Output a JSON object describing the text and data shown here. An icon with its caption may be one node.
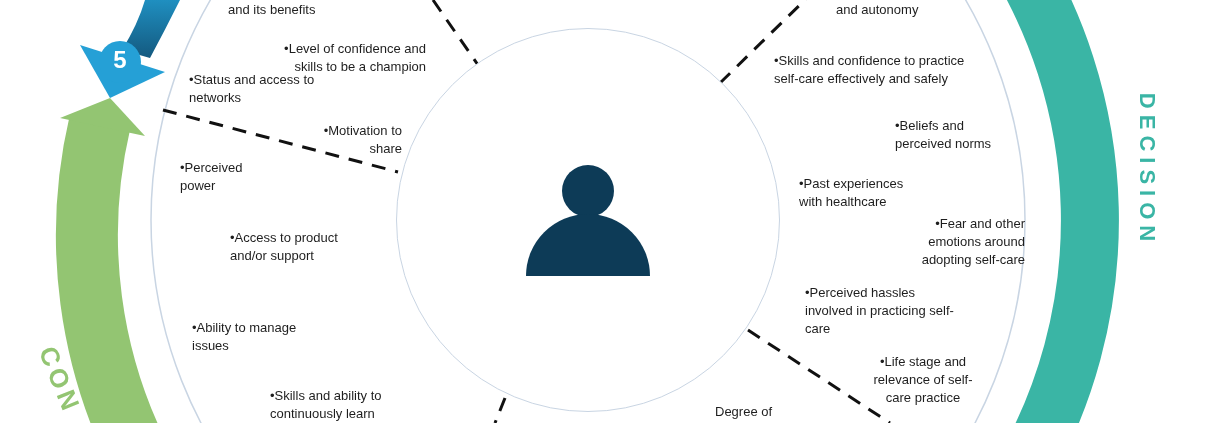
{
  "diagram": {
    "nodes": [
      {
        "text": [],
        "shape": "circle"
      },
      {
        "text": [
          "5"
        ]
      }
    ],
    "labels": [
      "and its benefits",
      "and autonomy",
      "•Level of confidence and skills to be a champion",
      "•Skills and confidence to practice self-care effectively and safely",
      "•Status and access to networks",
      "DECISION",
      "•Beliefs and perceived norms",
      "•Motivation to share",
      "•Perceived power",
      "•Past experiences with healthcare",
      "•Fear and other emotions around adopting self-care",
      "•Access to product and/or support",
      "•Perceived hassles involved in practicing self-care",
      "•Ability to manage issues",
      "•Life stage and relevance of self-care practice",
      "CON",
      "•Skills and ability to continuously learn",
      "Degree of"
    ]
  }
}
